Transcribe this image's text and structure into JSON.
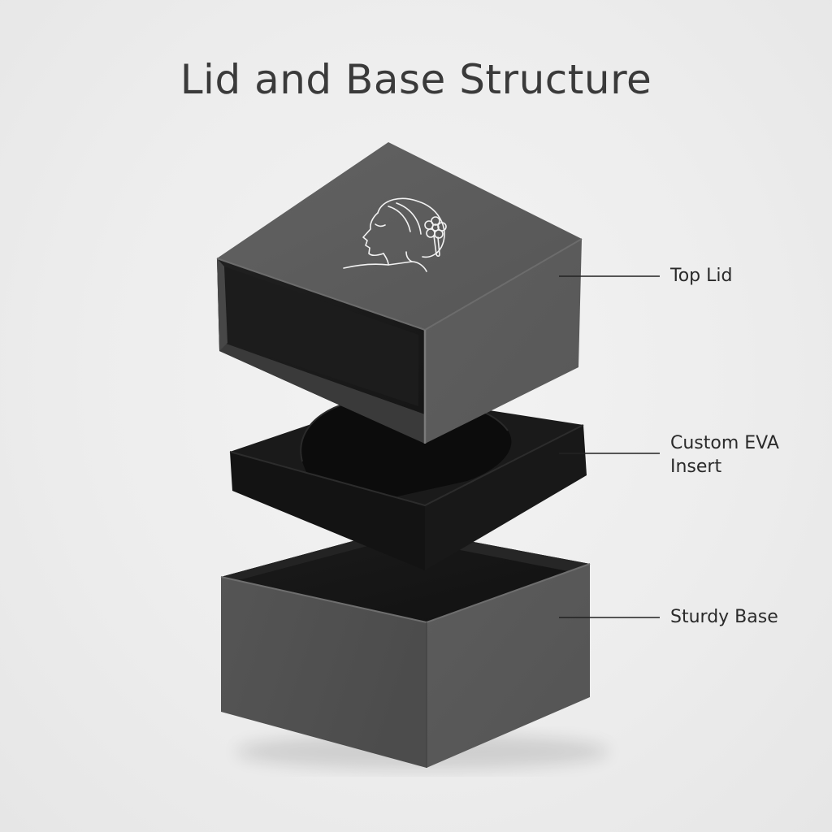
{
  "diagram": {
    "title": "Lid and Base Structure",
    "components": [
      {
        "id": "lid",
        "label": "Top Lid",
        "icon": "woman-profile-with-flower-icon"
      },
      {
        "id": "insert",
        "label": "Custom EVA\nInsert"
      },
      {
        "id": "base",
        "label": "Sturdy Base"
      }
    ],
    "colors": {
      "background": "#ececec",
      "box_top": "#5b5b5b",
      "box_front": "#505050",
      "box_side": "#5f5f5f",
      "foam": "#141414",
      "leader_line": "#222222",
      "logo_line": "#f2f2f2"
    }
  }
}
